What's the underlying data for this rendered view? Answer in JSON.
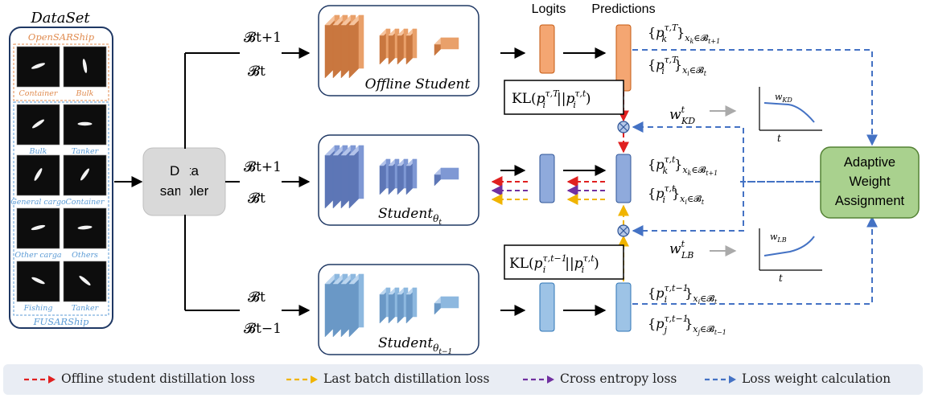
{
  "dataset": {
    "title": "DataSet",
    "top_group": "OpenSARShip",
    "bottom_group": "FUSARShip",
    "thumbnails": [
      "Container",
      "Bulk",
      "Bulk",
      "Tanker",
      "General cargo",
      "Container",
      "Other carga",
      "Others",
      "Fishing",
      "Tanker"
    ]
  },
  "sampler": {
    "label_line1": "Data",
    "label_line2": "sampler"
  },
  "columns": {
    "logits": "Logits",
    "predictions": "Predictions"
  },
  "branches": {
    "top": {
      "batch1": "𝓑t+1",
      "batch2": "𝓑t",
      "label": "Offline Student"
    },
    "middle": {
      "batch1": "𝓑t+1",
      "batch2": "𝓑t",
      "label": "Student"
    },
    "bottom": {
      "batch1": "𝓑t",
      "batch2": "𝓑t−1",
      "label": "Student"
    }
  },
  "kl_top": "KL(p_i^{τ,T}||p_i^{τ,t})",
  "kl_bottom": "KL(p_i^{τ,t−1}||p_i^{τ,t})",
  "weights": {
    "w_kd": "w_KD^t",
    "w_lb": "w_LB^t"
  },
  "mini_plots": {
    "kd_label": "w_KD",
    "lb_label": "w_LB",
    "x_label": "t"
  },
  "adaptive": {
    "line1": "Adaptive",
    "line2": "Weight",
    "line3": "Assignment"
  },
  "legend": [
    {
      "label": "Offline student distillation loss",
      "color": "#e02020"
    },
    {
      "label": "Last batch  distillation loss",
      "color": "#f0b400"
    },
    {
      "label": "Cross entropy loss",
      "color": "#7030a0"
    },
    {
      "label": "Loss weight calculation",
      "color": "#4472c4"
    }
  ],
  "colors": {
    "orange": "#f4a672",
    "blue": "#8faadc",
    "light_blue": "#9dc3e6",
    "green": "#a9d18e",
    "gray": "#d9d9d9"
  }
}
